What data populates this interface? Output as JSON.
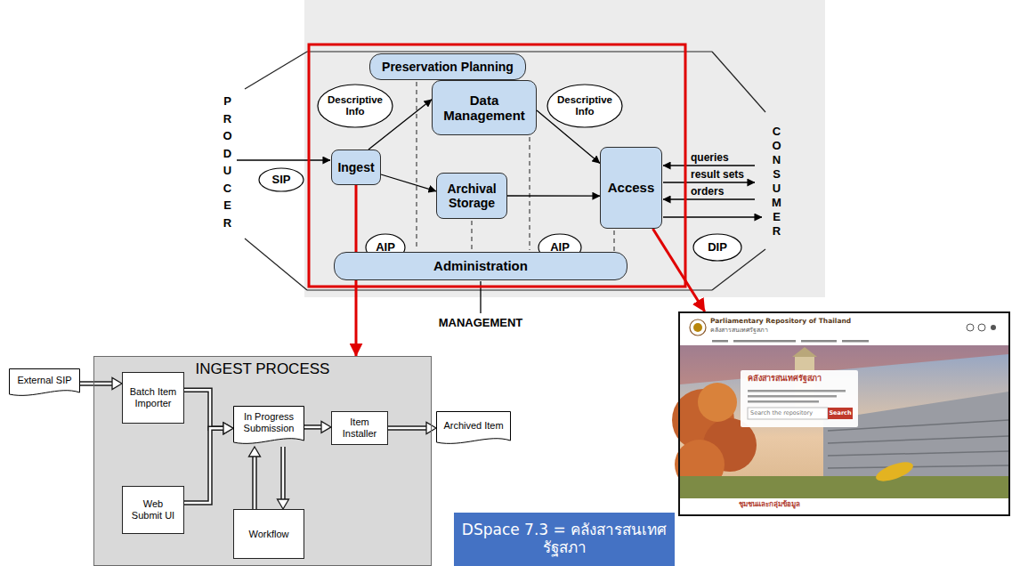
{
  "diagram": {
    "nodes": [
      {
        "text": [
          "Preservation Planning"
        ]
      },
      {
        "text": [
          "Descriptive Info"
        ]
      },
      {
        "text": [
          "Data Management"
        ]
      },
      {
        "text": [
          "Descriptive Info"
        ]
      },
      {
        "text": [
          "SIP"
        ]
      },
      {
        "text": [
          "Ingest"
        ]
      },
      {
        "text": [
          "Archival Storage"
        ]
      },
      {
        "text": [
          "Access"
        ]
      },
      {
        "text": [
          "AIP"
        ]
      },
      {
        "text": [
          "AIP"
        ]
      },
      {
        "text": [
          "DIP"
        ]
      },
      {
        "text": [
          "Administration"
        ]
      },
      {
        "text": [
          "External SIP"
        ]
      },
      {
        "text": [
          "INGEST PROCESS"
        ]
      },
      {
        "text": [
          "Batch Item Importer"
        ],
        "in": 13
      },
      {
        "text": [
          "Web Submit UI"
        ],
        "in": 13
      },
      {
        "text": [
          "In Progress Submission"
        ],
        "in": 13
      },
      {
        "text": [
          "Workflow"
        ],
        "in": 13
      },
      {
        "text": [
          "Item Installer"
        ],
        "in": 13
      },
      {
        "text": [
          "Archived Item"
        ]
      },
      {
        "text": [
          "Parliamentary Repository of Thailand",
          "คลังสารสนเทศรัฐสภา",
          "คลังสารสนเทศรัฐสภา",
          "Search the repository",
          "Search",
          "ชุมชนและกลุ่มข้อมูล"
        ]
      },
      {
        "text": [
          "DSpace 7.3 = คลังสารสนเทศรัฐสภา"
        ]
      }
    ],
    "edges": [
      {
        "from": 5,
        "to": 2,
        "arrow": "to"
      },
      {
        "from": 5,
        "to": 6,
        "arrow": "to"
      },
      {
        "from": 2,
        "to": 7,
        "arrow": "to"
      },
      {
        "from": 6,
        "to": 7,
        "arrow": "to"
      },
      {
        "from": 5,
        "to": 13,
        "arrow": "to"
      },
      {
        "from": 7,
        "to": 20,
        "arrow": "to"
      },
      {
        "from": 12,
        "to": 14,
        "arrow": "to"
      },
      {
        "from": 14,
        "to": 16,
        "arrow": "to"
      },
      {
        "from": 15,
        "to": 16,
        "arrow": "to"
      },
      {
        "from": 16,
        "to": 18,
        "arrow": "to"
      },
      {
        "from": 18,
        "to": 19,
        "arrow": "to"
      },
      {
        "from": 17,
        "to": 16,
        "arrow": "to"
      },
      {
        "from": 16,
        "to": 17,
        "arrow": "to"
      }
    ],
    "labels": [
      "PRODUCER",
      "CONSUMER",
      "queries",
      "result sets",
      "orders",
      "MANAGEMENT"
    ]
  }
}
